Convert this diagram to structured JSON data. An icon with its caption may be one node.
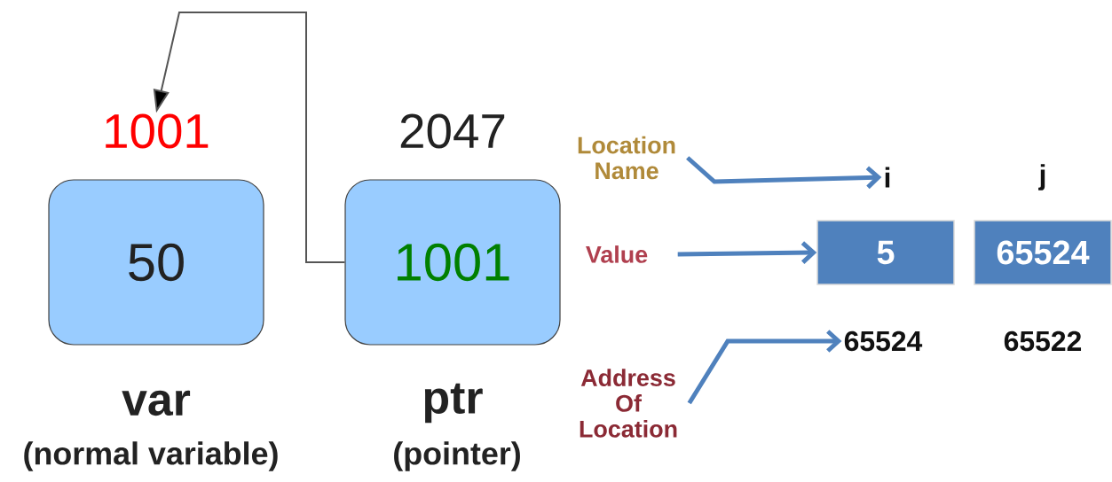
{
  "diagram": {
    "nodes": [
      {
        "text": [
          "50"
        ],
        "beside": [
          "1001",
          "var",
          "(normal variable)"
        ]
      },
      {
        "text": [
          "1001"
        ],
        "beside": [
          "2047",
          "ptr",
          "(pointer)"
        ]
      },
      {
        "text": [
          "Location Name"
        ]
      },
      {
        "text": [
          "i"
        ]
      },
      {
        "text": [
          "Value"
        ]
      },
      {
        "text": [
          "5"
        ]
      },
      {
        "text": [
          "65524"
        ]
      },
      {
        "text": [
          "Address Of Location"
        ]
      },
      {
        "text": [
          "65524"
        ]
      }
    ],
    "edges": [
      {
        "from": 1,
        "to": 0,
        "arrow": "to",
        "color": "#555555"
      },
      {
        "from": 2,
        "to": 3,
        "arrow": "to"
      },
      {
        "from": 4,
        "to": 5,
        "arrow": "to"
      },
      {
        "from": 7,
        "to": 8,
        "arrow": "to"
      }
    ],
    "labels": [
      "j",
      "65522"
    ]
  }
}
